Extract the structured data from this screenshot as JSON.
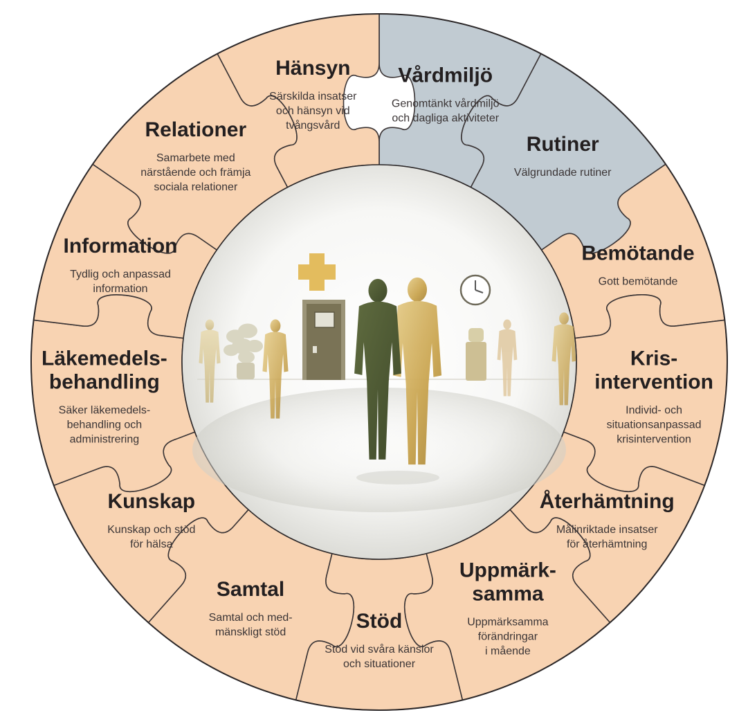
{
  "colors": {
    "peach": "#f8d3b2",
    "blue": "#c1cbd2",
    "divider": "#3b3536",
    "outline": "#2c2829",
    "text": "#231f20",
    "olive": "#55603a",
    "gold": "#c9a44f",
    "door": "#7a7356",
    "cross": "#e3bc5e"
  },
  "segments": [
    {
      "id": "vardmiljo",
      "title_lines": [
        "Vårdmiljö"
      ],
      "desc_lines": [
        "Genomtänkt vårdmiljö",
        "och dagliga aktiviteter"
      ],
      "color": "blue"
    },
    {
      "id": "rutiner",
      "title_lines": [
        "Rutiner"
      ],
      "desc_lines": [
        "Välgrundade rutiner"
      ],
      "color": "blue"
    },
    {
      "id": "bemotande",
      "title_lines": [
        "Bemötande"
      ],
      "desc_lines": [
        "Gott bemötande"
      ],
      "color": "peach"
    },
    {
      "id": "krisintervention",
      "title_lines": [
        "Kris-",
        "intervention"
      ],
      "desc_lines": [
        "Individ- och",
        "situationsanpassad",
        "krisintervention"
      ],
      "color": "peach"
    },
    {
      "id": "aterhamtning",
      "title_lines": [
        "Återhämtning"
      ],
      "desc_lines": [
        "Målinriktade insatser",
        "för återhämtning"
      ],
      "color": "peach"
    },
    {
      "id": "uppmarksamma",
      "title_lines": [
        "Uppmärk-",
        "samma"
      ],
      "desc_lines": [
        "Uppmärksamma",
        "förändringar",
        "i mående"
      ],
      "color": "peach"
    },
    {
      "id": "stod",
      "title_lines": [
        "Stöd"
      ],
      "desc_lines": [
        "Stöd vid svåra känslor",
        "och situationer"
      ],
      "color": "peach"
    },
    {
      "id": "samtal",
      "title_lines": [
        "Samtal"
      ],
      "desc_lines": [
        "Samtal och med-",
        "mänskligt stöd"
      ],
      "color": "peach"
    },
    {
      "id": "kunskap",
      "title_lines": [
        "Kunskap"
      ],
      "desc_lines": [
        "Kunskap och stöd",
        "för hälsa"
      ],
      "color": "peach"
    },
    {
      "id": "lakemedelsbehandling",
      "title_lines": [
        "Läkemedels-",
        "behandling"
      ],
      "desc_lines": [
        "Säker läkemedels-",
        "behandling och",
        "administrering"
      ],
      "color": "peach"
    },
    {
      "id": "information",
      "title_lines": [
        "Information"
      ],
      "desc_lines": [
        "Tydlig och anpassad",
        "information"
      ],
      "color": "peach"
    },
    {
      "id": "relationer",
      "title_lines": [
        "Relationer"
      ],
      "desc_lines": [
        "Samarbete med",
        "närstående och främja",
        "sociala relationer"
      ],
      "color": "peach"
    },
    {
      "id": "hansyn",
      "title_lines": [
        "Hänsyn"
      ],
      "desc_lines": [
        "Särskilda insatser",
        "och hänsyn vid",
        "tvångsvård"
      ],
      "color": "peach"
    }
  ]
}
